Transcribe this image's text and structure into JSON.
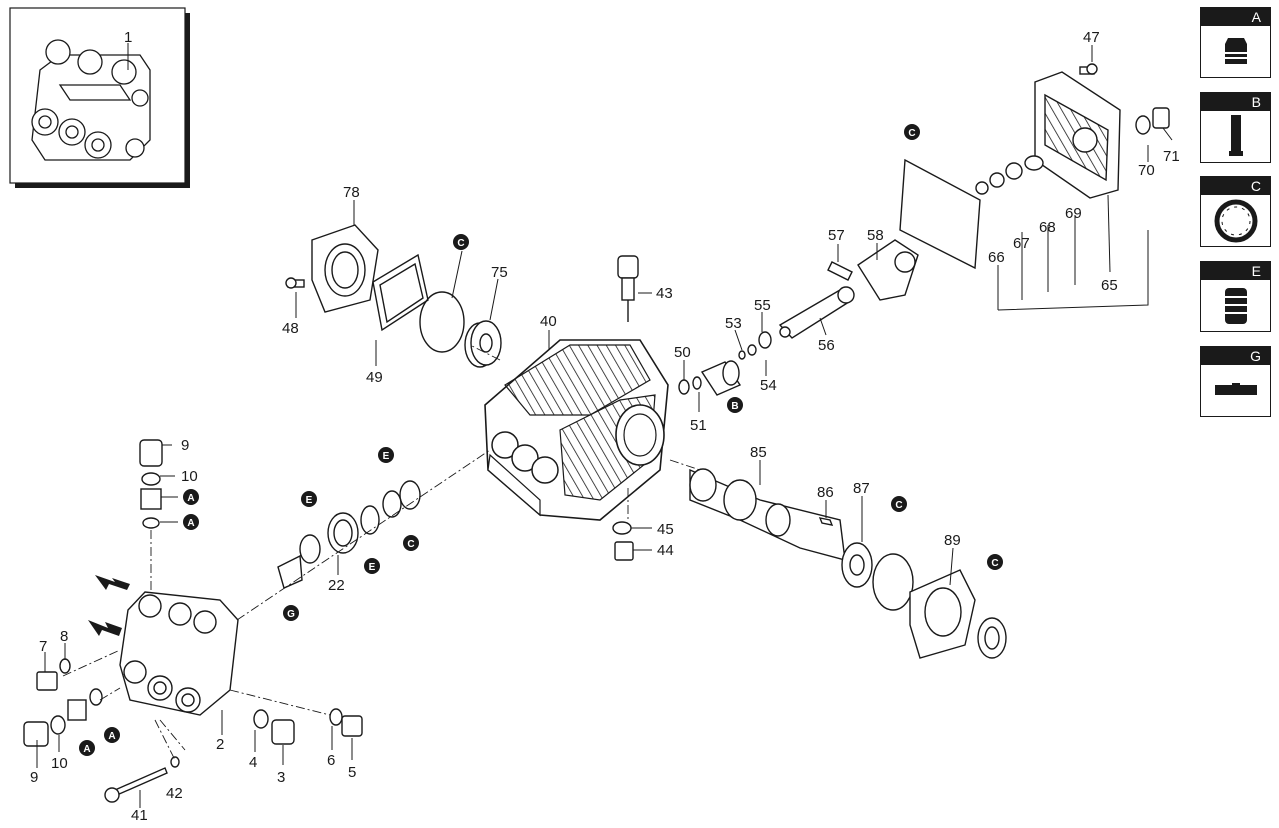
{
  "parts": [
    {
      "id": "1",
      "label": "1"
    },
    {
      "id": "2",
      "label": "2"
    },
    {
      "id": "3",
      "label": "3"
    },
    {
      "id": "4",
      "label": "4"
    },
    {
      "id": "5",
      "label": "5"
    },
    {
      "id": "6",
      "label": "6"
    },
    {
      "id": "7",
      "label": "7"
    },
    {
      "id": "8",
      "label": "8"
    },
    {
      "id": "9a",
      "label": "9"
    },
    {
      "id": "9b",
      "label": "9"
    },
    {
      "id": "10a",
      "label": "10"
    },
    {
      "id": "10b",
      "label": "10"
    },
    {
      "id": "22",
      "label": "22"
    },
    {
      "id": "40",
      "label": "40"
    },
    {
      "id": "41",
      "label": "41"
    },
    {
      "id": "42",
      "label": "42"
    },
    {
      "id": "43",
      "label": "43"
    },
    {
      "id": "44",
      "label": "44"
    },
    {
      "id": "45",
      "label": "45"
    },
    {
      "id": "47",
      "label": "47"
    },
    {
      "id": "48",
      "label": "48"
    },
    {
      "id": "49",
      "label": "49"
    },
    {
      "id": "50",
      "label": "50"
    },
    {
      "id": "51",
      "label": "51"
    },
    {
      "id": "53",
      "label": "53"
    },
    {
      "id": "54",
      "label": "54"
    },
    {
      "id": "55",
      "label": "55"
    },
    {
      "id": "56",
      "label": "56"
    },
    {
      "id": "57",
      "label": "57"
    },
    {
      "id": "58",
      "label": "58"
    },
    {
      "id": "65",
      "label": "65"
    },
    {
      "id": "66",
      "label": "66"
    },
    {
      "id": "67",
      "label": "67"
    },
    {
      "id": "68",
      "label": "68"
    },
    {
      "id": "69",
      "label": "69"
    },
    {
      "id": "70",
      "label": "70"
    },
    {
      "id": "71",
      "label": "71"
    },
    {
      "id": "75",
      "label": "75"
    },
    {
      "id": "78",
      "label": "78"
    },
    {
      "id": "85",
      "label": "85"
    },
    {
      "id": "86",
      "label": "86"
    },
    {
      "id": "87",
      "label": "87"
    },
    {
      "id": "89",
      "label": "89"
    }
  ],
  "badges": [
    {
      "id": "c1",
      "letter": "C"
    },
    {
      "id": "c2",
      "letter": "C"
    },
    {
      "id": "c3",
      "letter": "C"
    },
    {
      "id": "c4",
      "letter": "C"
    },
    {
      "id": "c5",
      "letter": "C"
    },
    {
      "id": "b1",
      "letter": "B"
    },
    {
      "id": "e1",
      "letter": "E"
    },
    {
      "id": "e2",
      "letter": "E"
    },
    {
      "id": "e3",
      "letter": "E"
    },
    {
      "id": "g1",
      "letter": "G"
    },
    {
      "id": "a1",
      "letter": "A"
    },
    {
      "id": "a2",
      "letter": "A"
    },
    {
      "id": "a3",
      "letter": "A"
    },
    {
      "id": "a4",
      "letter": "A"
    }
  ],
  "legend": [
    {
      "letter": "A",
      "icon": "check-valve-icon"
    },
    {
      "letter": "B",
      "icon": "plunger-icon"
    },
    {
      "letter": "C",
      "icon": "o-ring-icon"
    },
    {
      "letter": "E",
      "icon": "seal-icon"
    },
    {
      "letter": "G",
      "icon": "retainer-icon"
    }
  ],
  "colors": {
    "ink": "#1a1a1a",
    "fill": "#ffffff",
    "shade": "#d9d9d9"
  }
}
